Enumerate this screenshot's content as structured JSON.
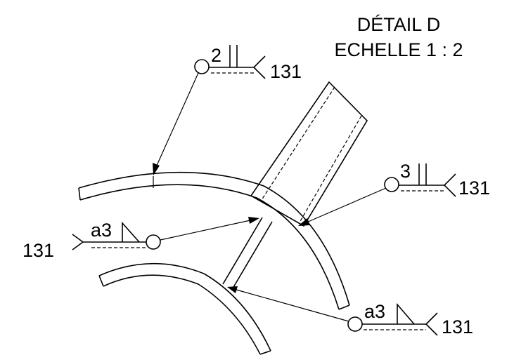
{
  "title": {
    "line1": "DÉTAIL D",
    "line2": "ECHELLE 1 : 2"
  },
  "weld_symbols": [
    {
      "id": "top-left",
      "size": "2",
      "process": "131",
      "type": "square-butt"
    },
    {
      "id": "right",
      "size": "3",
      "process": "131",
      "type": "square-butt"
    },
    {
      "id": "left",
      "size": "a3",
      "process": "131",
      "type": "fillet"
    },
    {
      "id": "bottom-right",
      "size": "a3",
      "process": "131",
      "type": "fillet"
    }
  ]
}
